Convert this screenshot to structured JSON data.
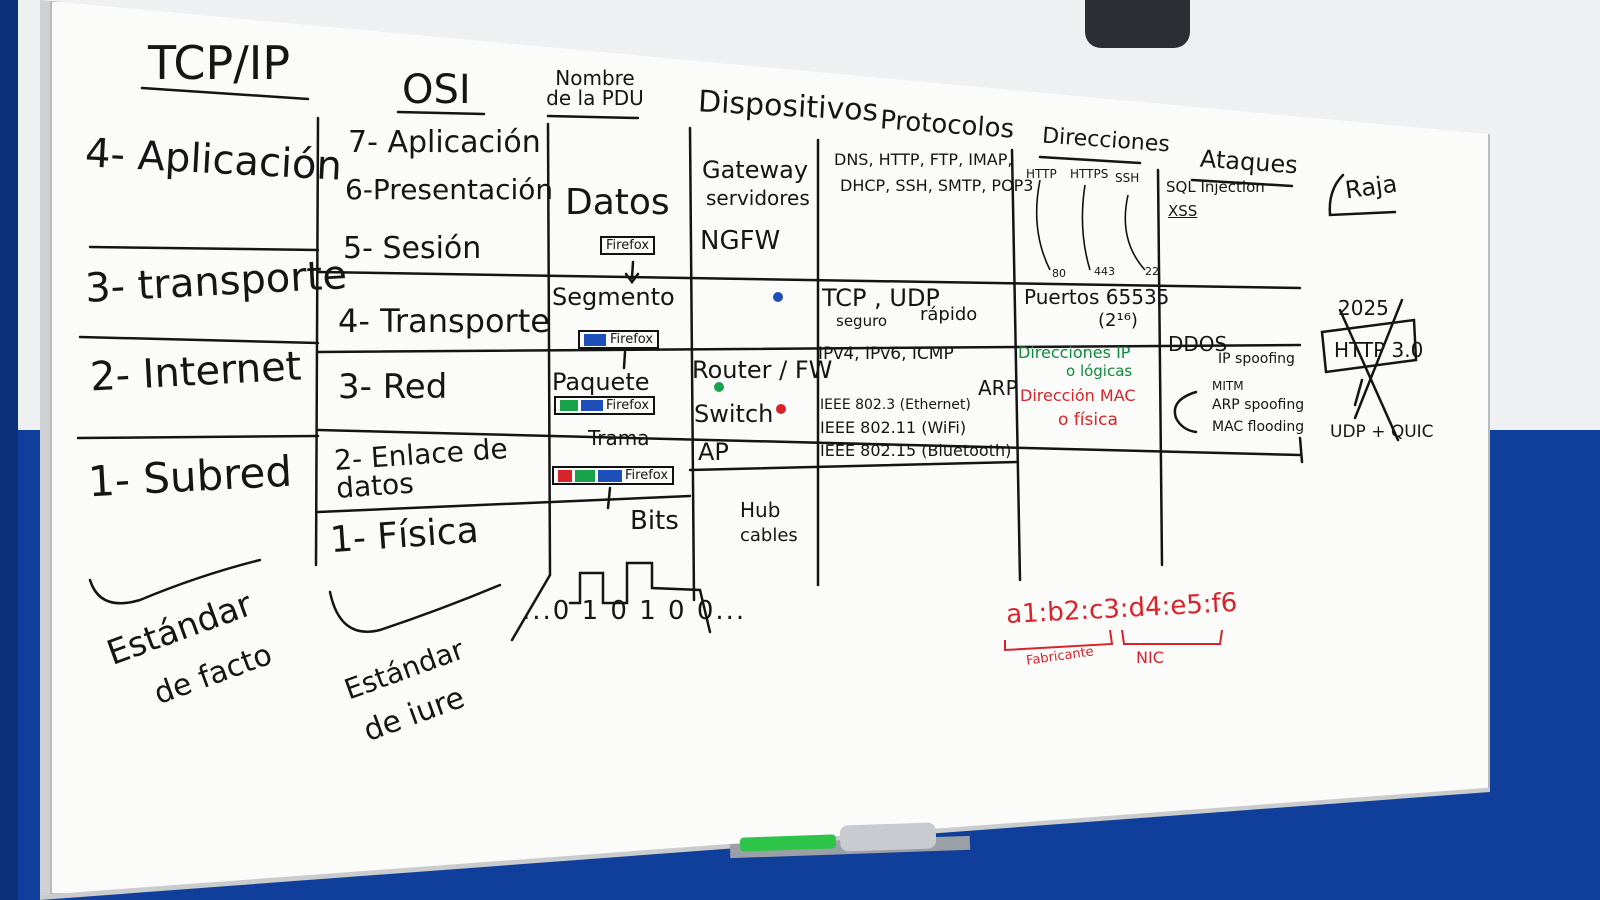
{
  "board": {
    "titles": {
      "tcpip": "TCP/IP",
      "osi": "OSI",
      "pdu": "Nombre de la PDU",
      "devices": "Dispositivos",
      "protocols": "Protocolos",
      "addresses": "Direcciones",
      "attacks": "Ataques",
      "raja": "Raja"
    },
    "tcpip_layers": [
      "4- Aplicación",
      "3- transporte",
      "2- Internet",
      "1- Subred"
    ],
    "osi_layers": [
      "7- Aplicación",
      "6-Presentación",
      "5- Sesión",
      "4- Transporte",
      "3- Red",
      "2- Enlace de datos",
      "1- Física"
    ],
    "pdu": [
      "Datos",
      "Segmento",
      "Paquete",
      "Trama",
      "Bits"
    ],
    "pdu_boxes": [
      "Firefox",
      "Firefox",
      "Firefox",
      "Firefox"
    ],
    "bits_sequence": "...0 1 0 1 0 0...",
    "devices": [
      "Gateway",
      "servidores",
      "NGFW",
      "Router / FW",
      "Switch",
      "AP",
      "Hub",
      "cables"
    ],
    "protocols": {
      "app": "DNS, HTTP, FTP, IMAP,",
      "app2": "DHCP, SSH, SMTP, POP3",
      "transport": "TCP , UDP",
      "transport_sub1": "seguro",
      "transport_sub2": "rápido",
      "network": "IPv4, IPv6, ICMP",
      "arp": "ARP",
      "link1": "IEEE 802.3 (Ethernet)",
      "link2": "IEEE 802.11 (WiFi)",
      "link3": "IEEE 802.15 (Bluetooth)"
    },
    "addresses": {
      "ports_heads": [
        "HTTP",
        "HTTPS",
        "SSH"
      ],
      "port_nums": [
        "80",
        "443",
        "22"
      ],
      "ports": "Puertos 65535",
      "ports_exp": "(2¹⁶)",
      "ip": "Direcciones IP",
      "ip2": "o lógicas",
      "mac": "Dirección MAC",
      "mac2": "o física"
    },
    "attacks": {
      "app1": "SQL Injection",
      "app2": "XSS",
      "ddos": "DDOS",
      "ipspoof": "IP spoofing",
      "mitm": "MITM",
      "arpspoof": "ARP spoofing",
      "macflood": "MAC flooding"
    },
    "raja": {
      "year": "2025",
      "http": "HTTP 3.0",
      "udp": "UDP + QUIC"
    },
    "footnotes": {
      "defacto1": "Estándar",
      "defacto2": "de facto",
      "deiure1": "Estándar",
      "deiure2": "de iure"
    },
    "mac_example": {
      "value": "a1:b2:c3:d4:e5:f6",
      "fabricante": "Fabricante",
      "nic": "NIC"
    }
  },
  "colors": {
    "ink_black": "#111111",
    "ink_green": "#0d8a3b",
    "ink_red": "#d8232a",
    "wall_blue": "#0f3f9a"
  }
}
